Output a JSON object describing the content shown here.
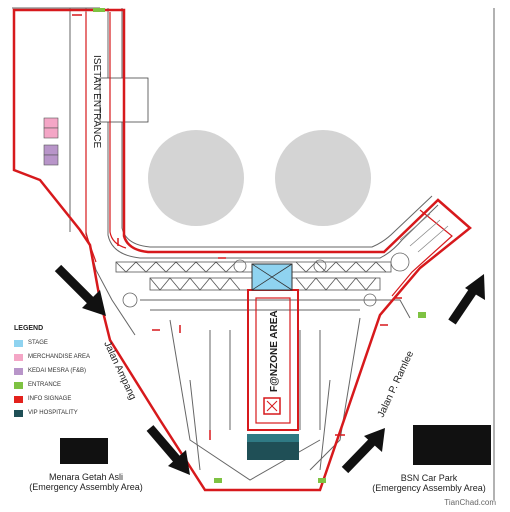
{
  "legend": {
    "title": "LEGEND",
    "items": [
      {
        "label": "STAGE",
        "color": "#8fd3f0"
      },
      {
        "label": "MERCHANDISE AREA",
        "color": "#f4a6c6"
      },
      {
        "label": "KEDAI MESRA (F&B)",
        "color": "#b895c9"
      },
      {
        "label": "ENTRANCE",
        "color": "#7ec242"
      },
      {
        "label": "INFO SIGNAGE",
        "color": "#e3211c"
      },
      {
        "label": "VIP HOSPITALITY",
        "color": "#1f4f56"
      }
    ]
  },
  "labels": {
    "isetan_entrance": "ISETAN ENTRANCE",
    "fanzone_area": "F@NZONE AREA",
    "jalan_ampang": "Jalan Ampang",
    "jalan_p_ramlee": "Jalan P. Ramlee",
    "menara_line1": "Menara Getah Asli",
    "menara_line2": "(Emergency Assembly Area)",
    "bsn_line1": "BSN Car Park",
    "bsn_line2": "(Emergency Assembly Area)",
    "watermark": "TianChad.com"
  },
  "colors": {
    "route_red": "#d7191c",
    "road_gray": "#555555",
    "circle_fill": "#d4d4d4",
    "stage": "#8fd3f0",
    "merch": "#f4a6c6",
    "kedai": "#b895c9",
    "entrance": "#7ec242",
    "vip": "#1f4f56"
  }
}
